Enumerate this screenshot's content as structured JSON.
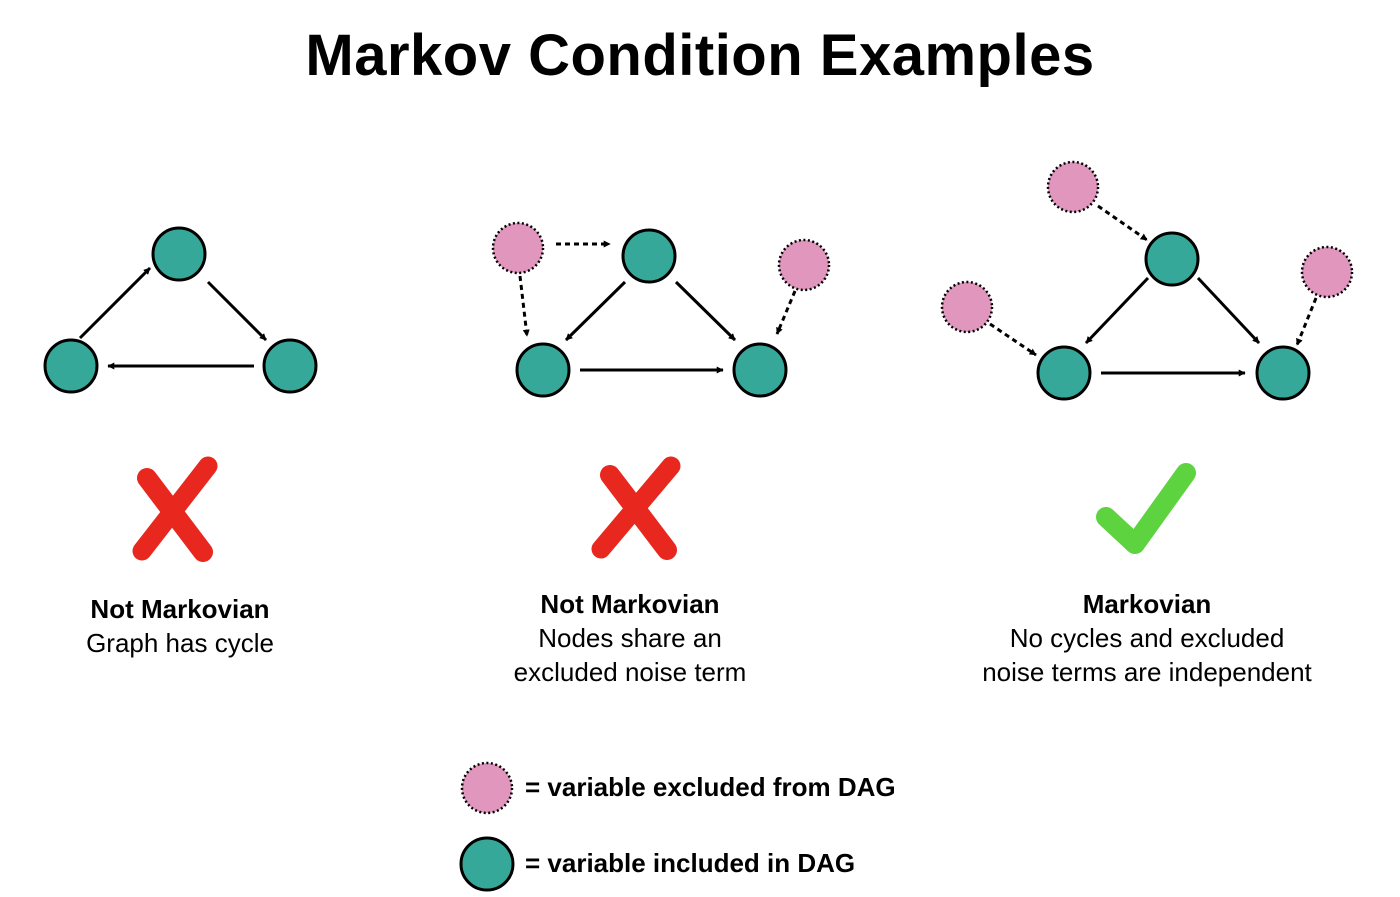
{
  "title": "Markov Condition Examples",
  "colors": {
    "included_node": "#36A899",
    "excluded_node": "#E196BE",
    "edge": "#000000",
    "cross_mark": "#E8281E",
    "check_mark": "#5DD33F"
  },
  "panels": [
    {
      "id": "cycle",
      "verdict": "Not Markovian",
      "description_lines": [
        "Graph has cycle"
      ],
      "mark": "cross-mark-icon"
    },
    {
      "id": "shared-noise",
      "verdict": "Not Markovian",
      "description_lines": [
        "Nodes share an",
        "excluded noise term"
      ],
      "mark": "cross-mark-icon"
    },
    {
      "id": "markovian",
      "verdict": "Markovian",
      "description_lines": [
        "No cycles and excluded",
        "noise terms are independent"
      ],
      "mark": "check-mark-icon"
    }
  ],
  "legend": {
    "excluded": "= variable excluded from DAG",
    "included": "= variable included in DAG"
  }
}
